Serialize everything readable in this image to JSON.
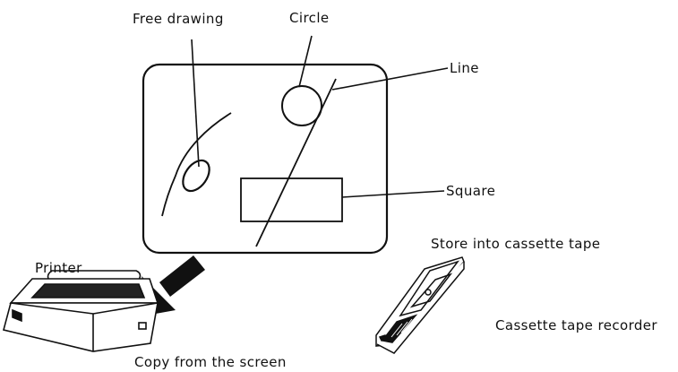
{
  "labels": {
    "free_drawing": "Free drawing",
    "circle": "Circle",
    "line": "Line",
    "square": "Square",
    "printer": "Printer",
    "store_cassette": "Store into cassette tape",
    "cassette_recorder": "Cassette tape recorder",
    "copy_screen": "Copy from the screen"
  },
  "colors": {
    "ink": "#111111",
    "background": "#ffffff"
  },
  "icons": {
    "screen": "display-screen",
    "printer": "printer-icon",
    "cassette": "cassette-recorder-icon",
    "arrow": "thick-arrow"
  }
}
